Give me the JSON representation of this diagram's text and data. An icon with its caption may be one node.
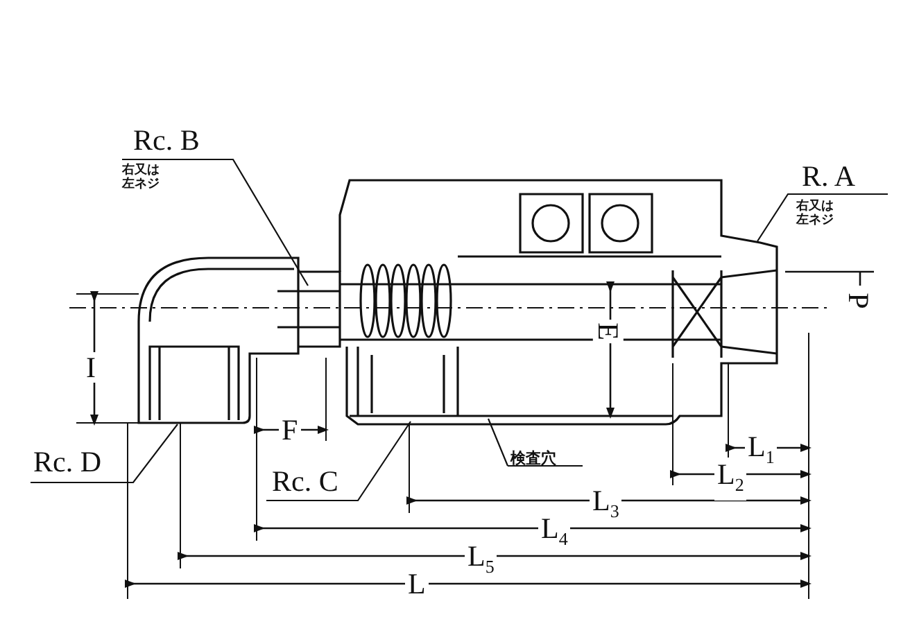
{
  "diagram": {
    "nodes": [
      {
        "text": [
          "Rc. B",
          "右又は左ネジ"
        ]
      },
      {
        "text": [
          "R. A",
          "右又は左ネジ"
        ]
      },
      {
        "text": [
          "Rc. D"
        ]
      },
      {
        "text": [
          "Rc. C"
        ]
      },
      {
        "text": [
          "検査穴"
        ]
      },
      {
        "text": [],
        "shape": "picture"
      }
    ],
    "edges": [
      {
        "from": 0,
        "to": 5,
        "arrow": "none"
      },
      {
        "from": 1,
        "to": 5,
        "arrow": "none"
      },
      {
        "from": 2,
        "to": 5,
        "arrow": "none"
      },
      {
        "from": 3,
        "to": 5,
        "arrow": "none"
      },
      {
        "from": 4,
        "to": 5,
        "arrow": "none"
      }
    ],
    "labels": [
      "I",
      "E",
      "P",
      "F",
      "L$_{1}$",
      "L$_{2}$",
      "L$_{3}$",
      "L$_{4}$",
      "L$_{5}$",
      "L"
    ]
  }
}
